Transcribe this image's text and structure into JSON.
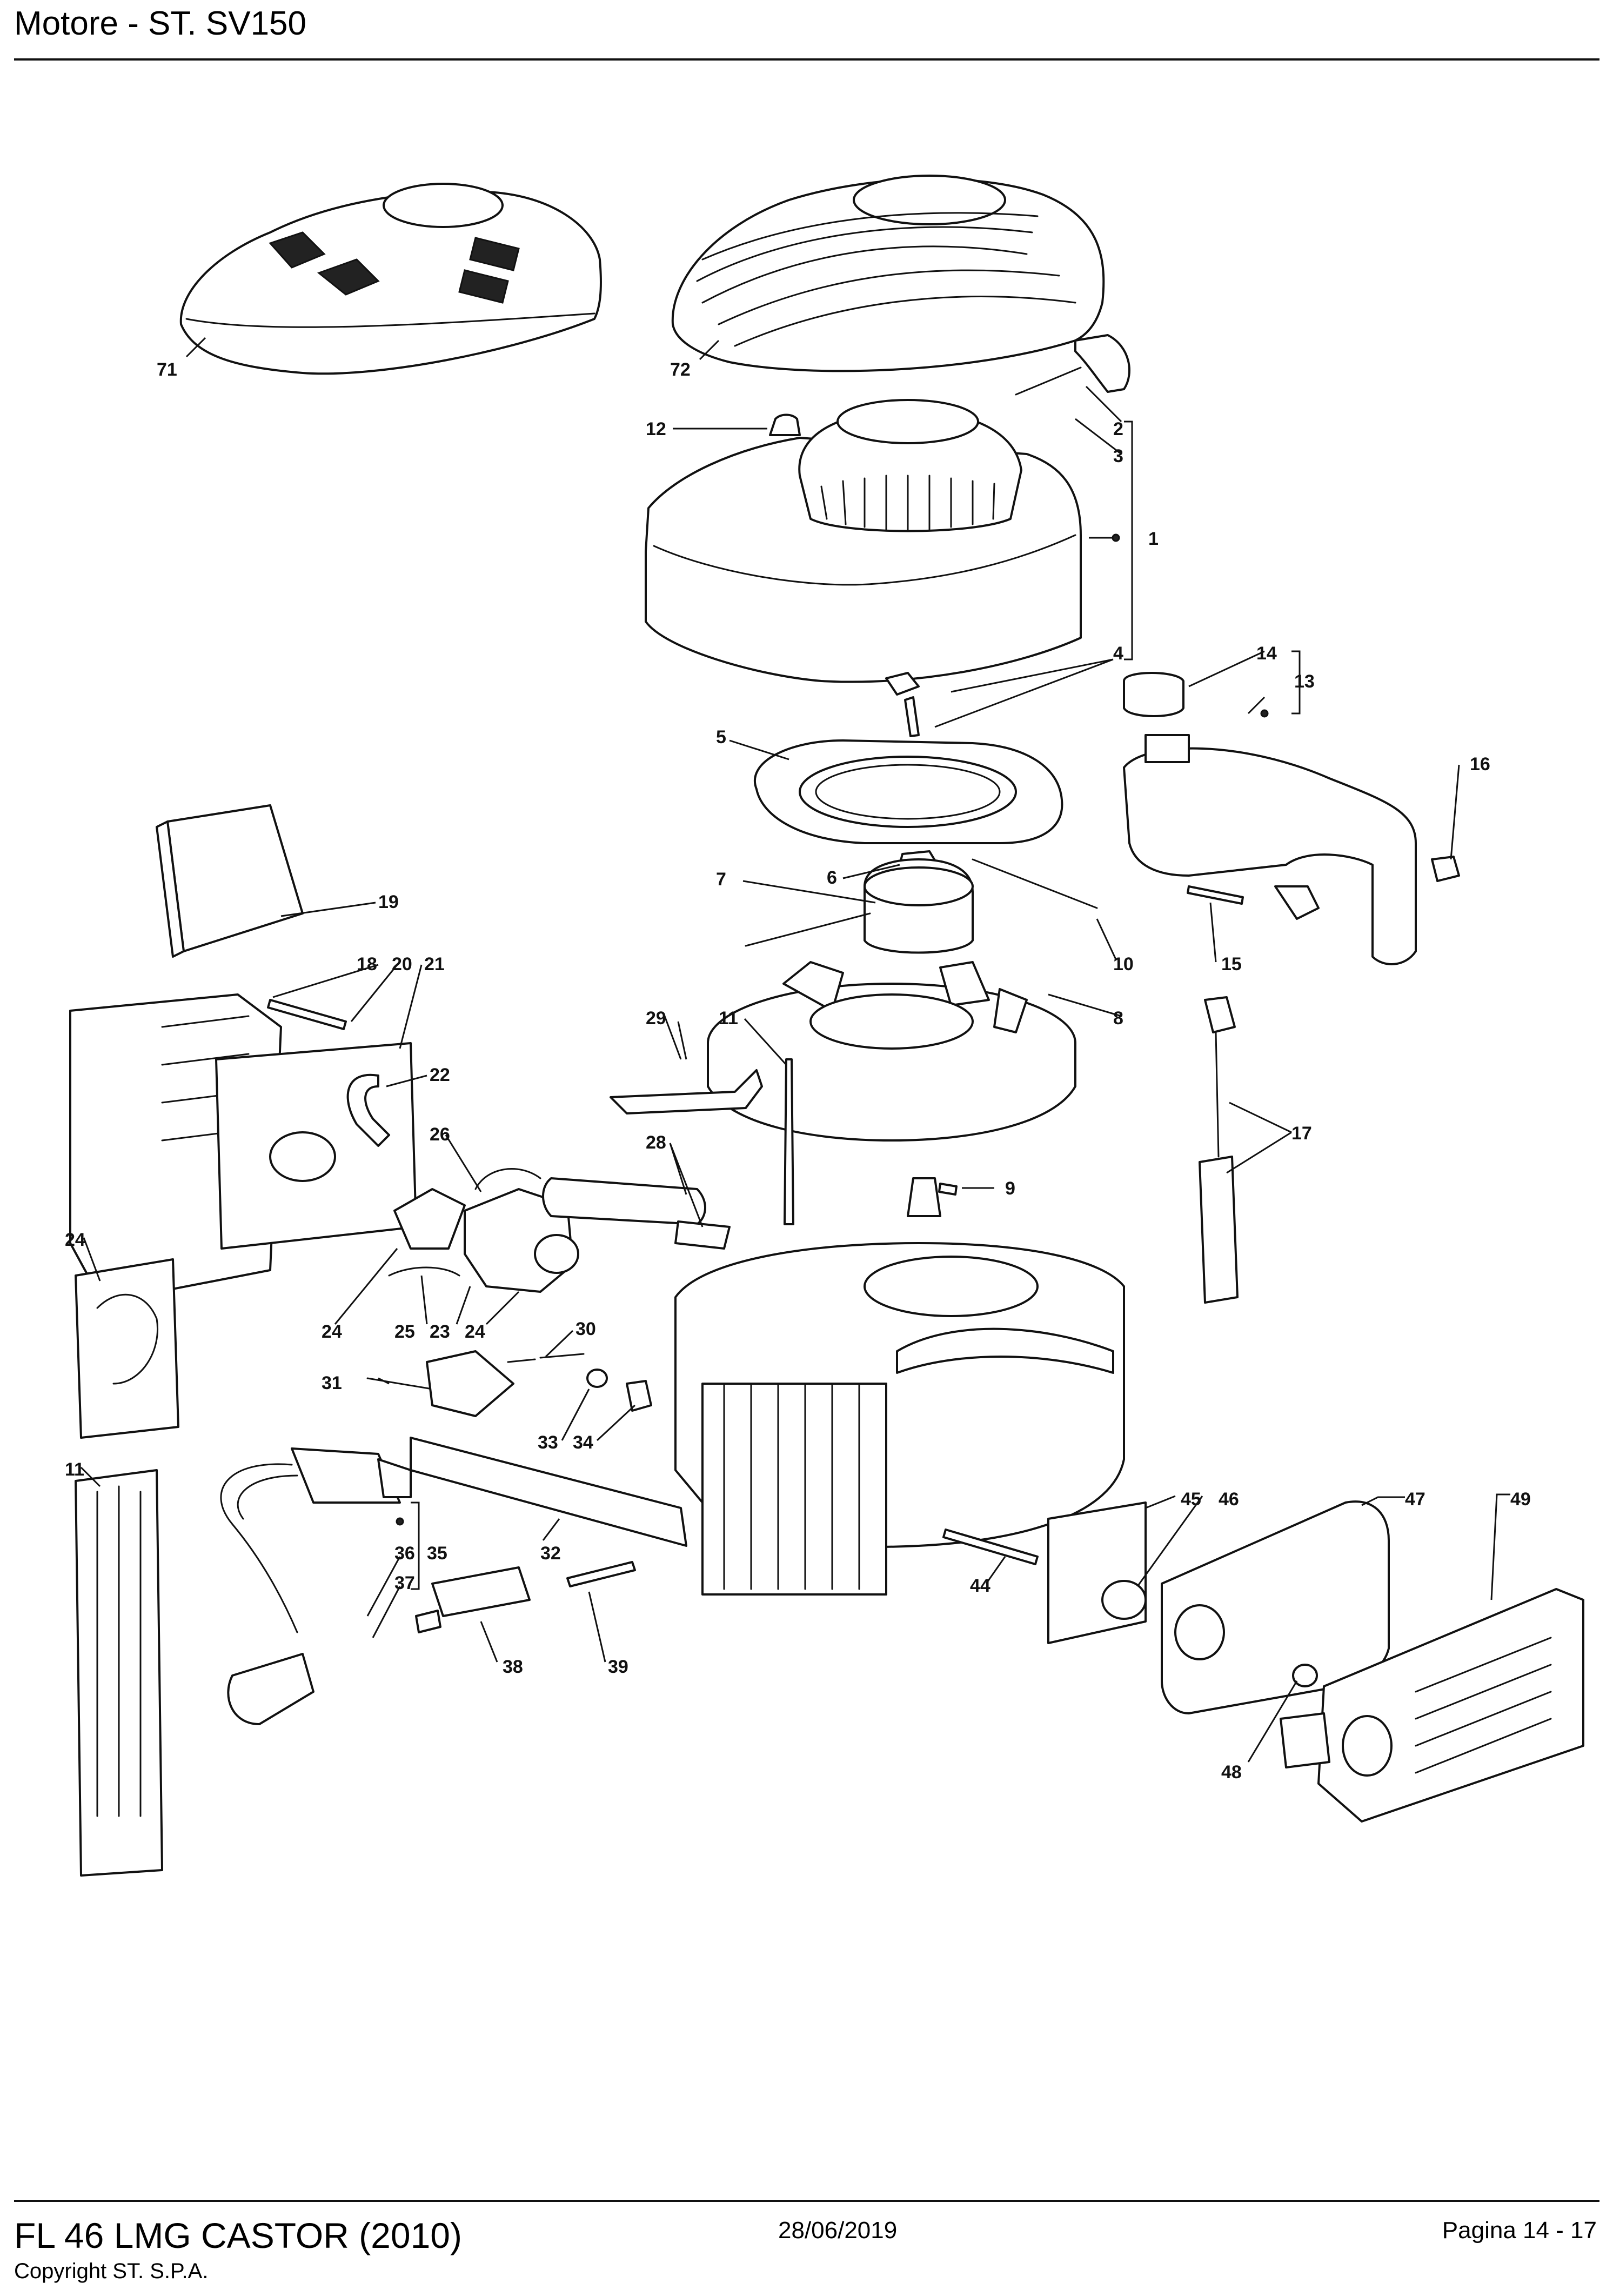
{
  "header": {
    "title": "Motore - ST. SV150"
  },
  "footer": {
    "model": "FL 46 LMG CASTOR (2010)",
    "copyright": "Copyright ST. S.P.A.",
    "date": "28/06/2019",
    "page": "Pagina 14 - 17"
  },
  "callouts": {
    "c1": "1",
    "c2": "2",
    "c3": "3",
    "c4": "4",
    "c5": "5",
    "c6": "6",
    "c7": "7",
    "c8": "8",
    "c9": "9",
    "c10": "10",
    "c11a": "11",
    "c11b": "11",
    "c12": "12",
    "c13": "13",
    "c14": "14",
    "c15": "15",
    "c16": "16",
    "c17": "17",
    "c18": "18",
    "c19": "19",
    "c20": "20",
    "c21": "21",
    "c22": "22",
    "c23": "23",
    "c24a": "24",
    "c24b": "24",
    "c24c": "24",
    "c25": "25",
    "c26": "26",
    "c28": "28",
    "c29": "29",
    "c30": "30",
    "c31": "31",
    "c32": "32",
    "c33": "33",
    "c34": "34",
    "c35": "35",
    "c36": "36",
    "c37": "37",
    "c38": "38",
    "c39": "39",
    "c44": "44",
    "c45": "45",
    "c46": "46",
    "c47": "47",
    "c48": "48",
    "c49": "49",
    "c71": "71",
    "c72": "72"
  }
}
